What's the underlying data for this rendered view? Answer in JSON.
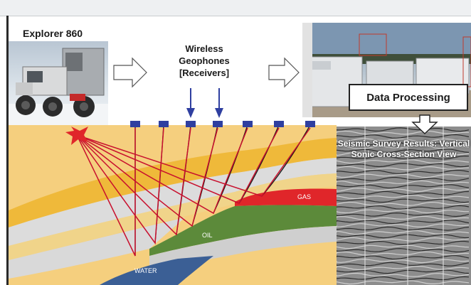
{
  "labels": {
    "explorer": "Explorer 860",
    "wireless": "Wireless Geophones [Receivers]",
    "data_processing": "Data Processing",
    "survey_results": "Seismic Survey Results: Vertical Sonic Cross-Section View",
    "gas": "GAS",
    "oil": "OIL",
    "water": "WATER"
  },
  "colors": {
    "surface": "#f5cf7e",
    "gas": "#e0262a",
    "oil": "#5c8a3a",
    "water": "#3b5f95",
    "ray": "#c8102e",
    "receiver": "#2f3fa0",
    "arrow_fill": "#ffffff"
  },
  "icons": {
    "hollow_arrow": "hollow-arrow-right-icon",
    "down_arrow": "hollow-arrow-down-icon",
    "source": "shot-source-icon",
    "geophone": "geophone-marker-icon"
  }
}
